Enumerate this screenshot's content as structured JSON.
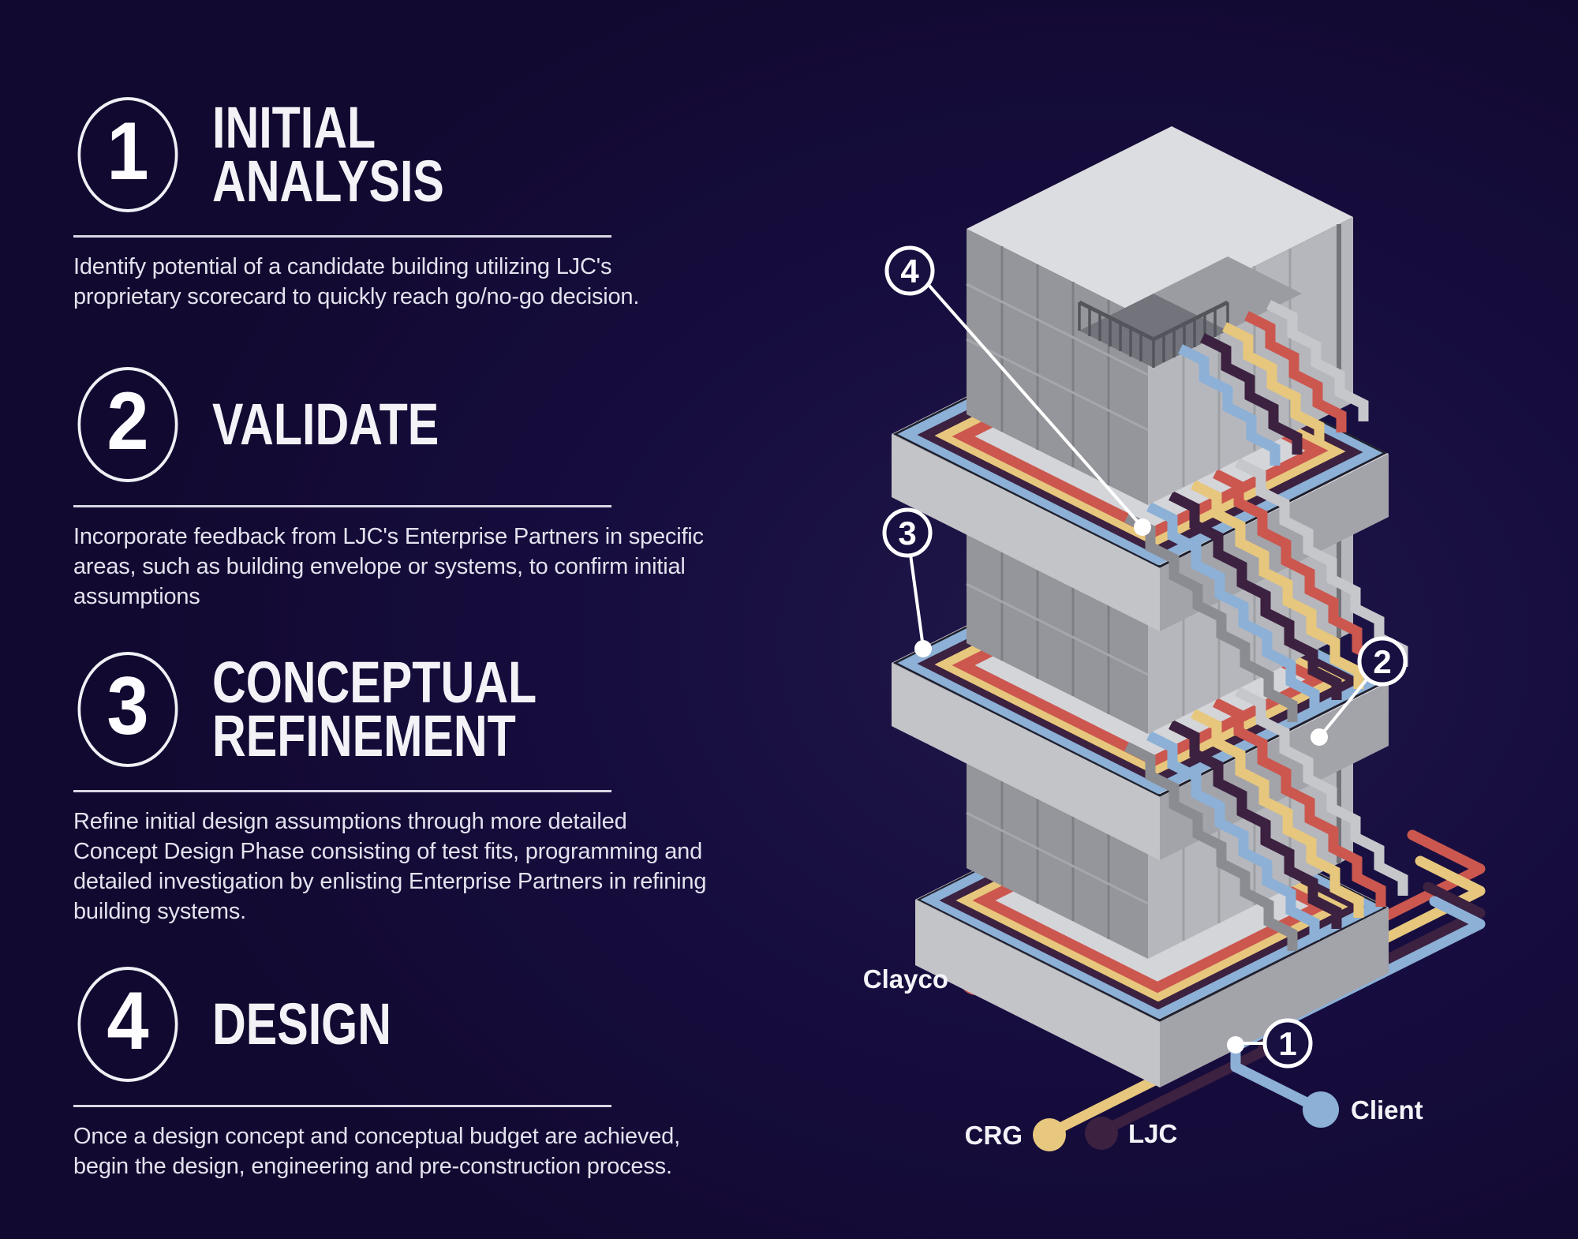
{
  "page": {
    "background": "#160d3e",
    "description": "Four-step process infographic with isometric building illustration"
  },
  "steps": [
    {
      "number": "1",
      "title_line1": "INITIAL",
      "title_line2": "ANALYSIS",
      "body": "Identify potential of a candidate building utilizing LJC's proprietary scorecard to quickly reach go/no-go decision."
    },
    {
      "number": "2",
      "title_line1": "VALIDATE",
      "title_line2": "",
      "body": "Incorporate feedback from LJC's Enterprise Partners in specific areas, such as building envelope or systems, to confirm initial assumptions"
    },
    {
      "number": "3",
      "title_line1": "CONCEPTUAL",
      "title_line2": "REFINEMENT",
      "body": "Refine initial design assumptions through more detailed Concept Design Phase consisting of test fits, programming and detailed investigation by enlisting Enterprise Partners in refining building systems."
    },
    {
      "number": "4",
      "title_line1": "DESIGN",
      "title_line2": "",
      "body": "Once a design concept and conceptual budget are achieved, begin the design, engineering and pre-construction process."
    }
  ],
  "diagram": {
    "callouts": [
      {
        "number": "1"
      },
      {
        "number": "2"
      },
      {
        "number": "3"
      },
      {
        "number": "4"
      }
    ],
    "legend": [
      {
        "label": "Clayco",
        "color": "#cf5a52"
      },
      {
        "label": "CRG",
        "color": "#e8c87e"
      },
      {
        "label": "LJC",
        "color": "#3c2140"
      },
      {
        "label": "Client",
        "color": "#8cb0d6"
      }
    ],
    "colors": {
      "ribbon_red": "#cb574f",
      "ribbon_yellow": "#e7c77d",
      "ribbon_purple": "#3c2140",
      "ribbon_blue": "#8cb0d6",
      "building_light": "#d8d9dd",
      "building_mid": "#b6b7bc",
      "building_dark": "#95969b",
      "background": "#160d3e",
      "callout_white": "#ffffff"
    }
  }
}
